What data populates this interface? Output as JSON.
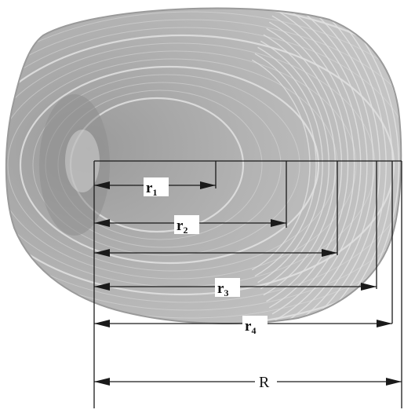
{
  "labels": {
    "r1": {
      "main": "r",
      "sub": "1"
    },
    "r2": {
      "main": "r",
      "sub": "2"
    },
    "r3": {
      "main": "r",
      "sub": "3"
    },
    "r4": {
      "main": "r",
      "sub": "4"
    },
    "R": "R"
  },
  "colors": {
    "scale_fill": "#b9b9b9",
    "scale_mid": "#a3a3a3",
    "focus_dark": "#8c8c8c",
    "growth_ring": "#e2e2e2",
    "circulus": "#f0f0f0",
    "line": "#1a1a1a",
    "background": "#ffffff"
  }
}
